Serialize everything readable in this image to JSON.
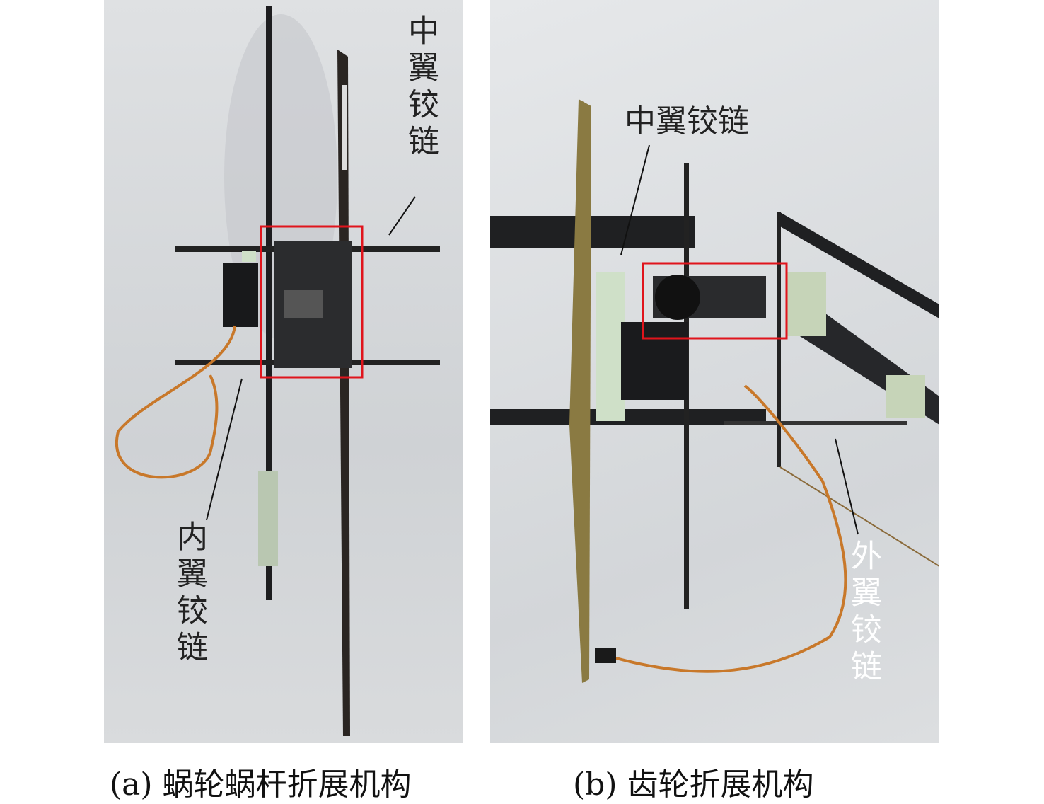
{
  "panel_a": {
    "label_middle_hinge": "中翼铰链",
    "label_inner_hinge": "内翼铰链",
    "caption": "(a) 蜗轮蜗杆折展机构",
    "highlight_color": "#e0141c"
  },
  "panel_b": {
    "label_middle_hinge": "中翼铰链",
    "label_outer_hinge": "外翼铰链",
    "caption": "(b) 齿轮折展机构",
    "highlight_color": "#e0141c"
  }
}
